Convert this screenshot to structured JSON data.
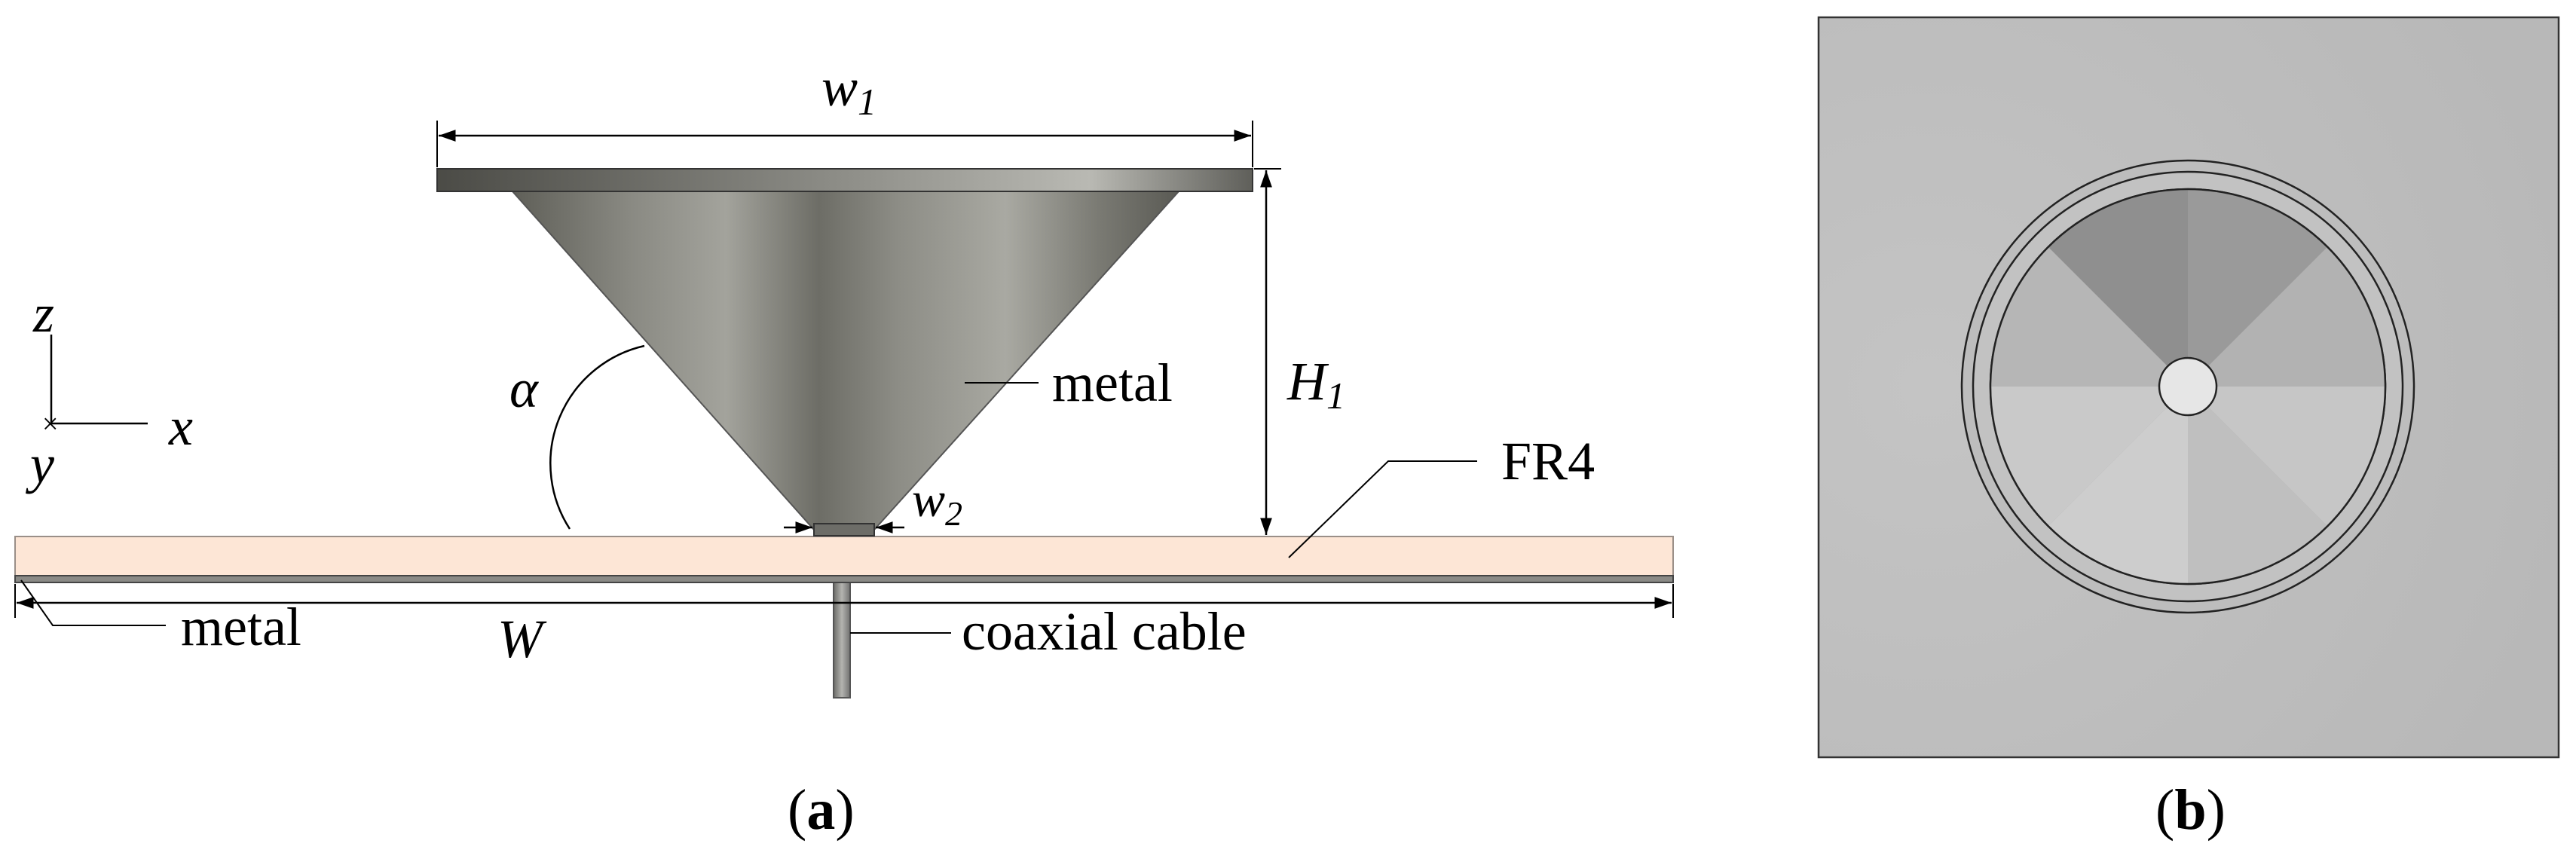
{
  "panel_a": {
    "dim_w1": {
      "main": "w",
      "sub": "1"
    },
    "dim_H1": {
      "main": "H",
      "sub": "1"
    },
    "dim_w2": {
      "main": "w",
      "sub": "2"
    },
    "dim_W": "W",
    "angle": "α",
    "axes": {
      "z": "z",
      "x": "x",
      "y": "y"
    },
    "labels": {
      "metal_cone": "metal",
      "substrate": "FR4",
      "metal_ground": "metal",
      "coax": "coaxial cable"
    },
    "caption": {
      "open": "(",
      "letter": "a",
      "close": ")"
    }
  },
  "panel_b": {
    "caption": {
      "open": "(",
      "letter": "b",
      "close": ")"
    }
  },
  "colors": {
    "substrate_fill": "#fde6d6",
    "cone_dark": "#6c6c64",
    "cone_light": "#a7a7a0",
    "topview_bg": "#bcbcbc"
  }
}
